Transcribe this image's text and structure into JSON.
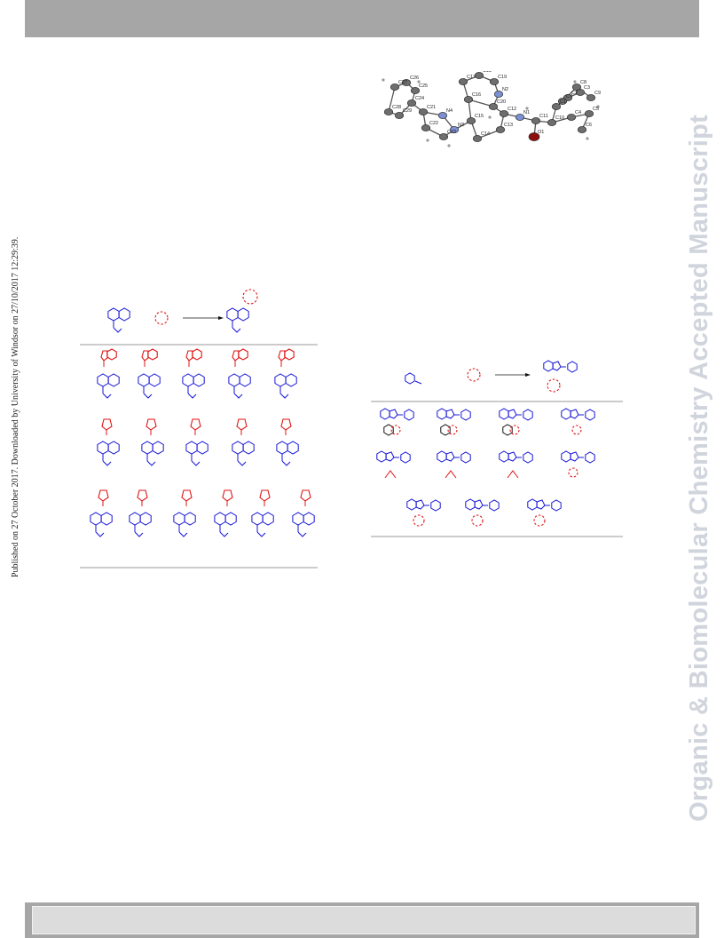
{
  "journal_watermark": "Organic & Biomolecular Chemistry Accepted Manuscript",
  "publication_note": "Published on 27 October 2017. Downloaded by University of Windsor on 27/10/2017 12:29:39.",
  "crystal_structure": {
    "atom_labels": [
      "C27",
      "C26",
      "C25",
      "C24",
      "C28",
      "C29",
      "C21",
      "C22",
      "C23",
      "N4",
      "N3",
      "C15",
      "C14",
      "C16",
      "C17",
      "C18",
      "C19",
      "N2",
      "C20",
      "C12",
      "C13",
      "N1",
      "C11",
      "O1",
      "C10",
      "C1",
      "C2",
      "C3",
      "C4",
      "C5",
      "C6",
      "C7",
      "C8",
      "C9"
    ]
  },
  "colors": {
    "substrate_blue": "#1515d6",
    "reagent_red": "#e01515",
    "ink_black": "#111111",
    "oxygen_red": "#8b1010",
    "nitrogen_blue": "#7b8fd1"
  },
  "figures": [
    {
      "id": "aminoquinoline-scope",
      "icon": "aminoquinoline-scope-figure"
    },
    {
      "id": "imidazopyridine-scope",
      "icon": "imidazopyridine-scope-figure"
    }
  ]
}
